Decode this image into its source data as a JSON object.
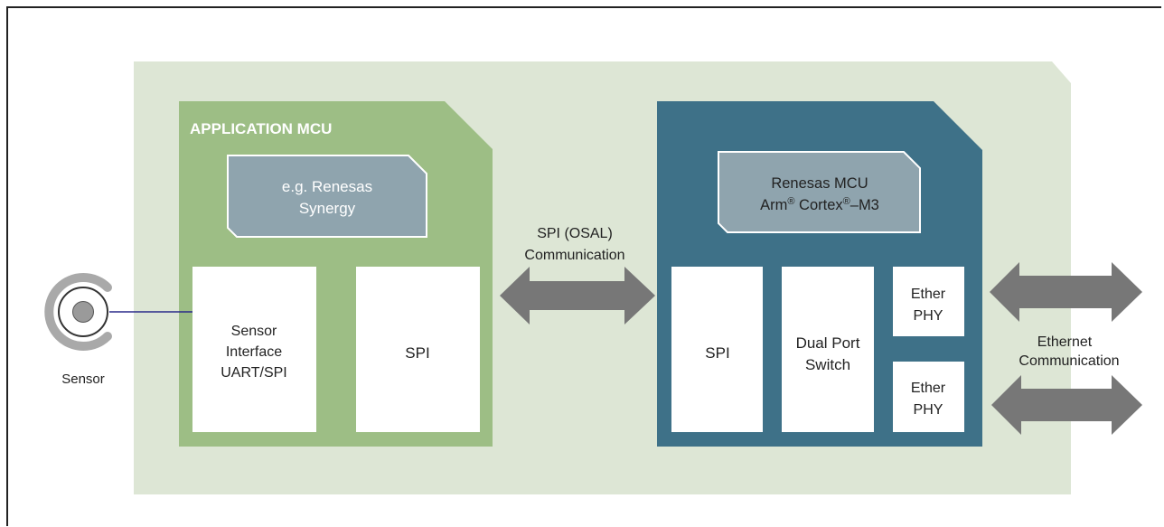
{
  "sensor": {
    "label": "Sensor"
  },
  "application_mcu": {
    "title": "APPLICATION MCU",
    "chip_lines": [
      "e.g. Renesas",
      "Synergy"
    ],
    "blocks": {
      "sensor_interface": [
        "Sensor",
        "Interface",
        "UART/SPI"
      ],
      "spi": "SPI"
    }
  },
  "link": {
    "lines": [
      "SPI (OSAL)",
      "Communication"
    ]
  },
  "comm_mcu": {
    "chip_line1": "Renesas MCU",
    "chip_line2": {
      "a": "Arm",
      "sup1": "®",
      "b": " Cortex",
      "sup2": "®",
      "c": "–M3"
    },
    "blocks": {
      "spi": "SPI",
      "dual_port_switch": [
        "Dual Port",
        "Switch"
      ],
      "ether_phy_1": [
        "Ether",
        "PHY"
      ],
      "ether_phy_2": [
        "Ether",
        "PHY"
      ]
    }
  },
  "ethernet": {
    "lines": [
      "Ethernet",
      "Communication"
    ]
  },
  "colors": {
    "background_panel": "#dde6d5",
    "application_mcu": "#9dbe85",
    "comm_mcu": "#3e7188",
    "chip": "#8fa4ae",
    "arrow": "#777777",
    "connector": "#2a2a8a"
  }
}
